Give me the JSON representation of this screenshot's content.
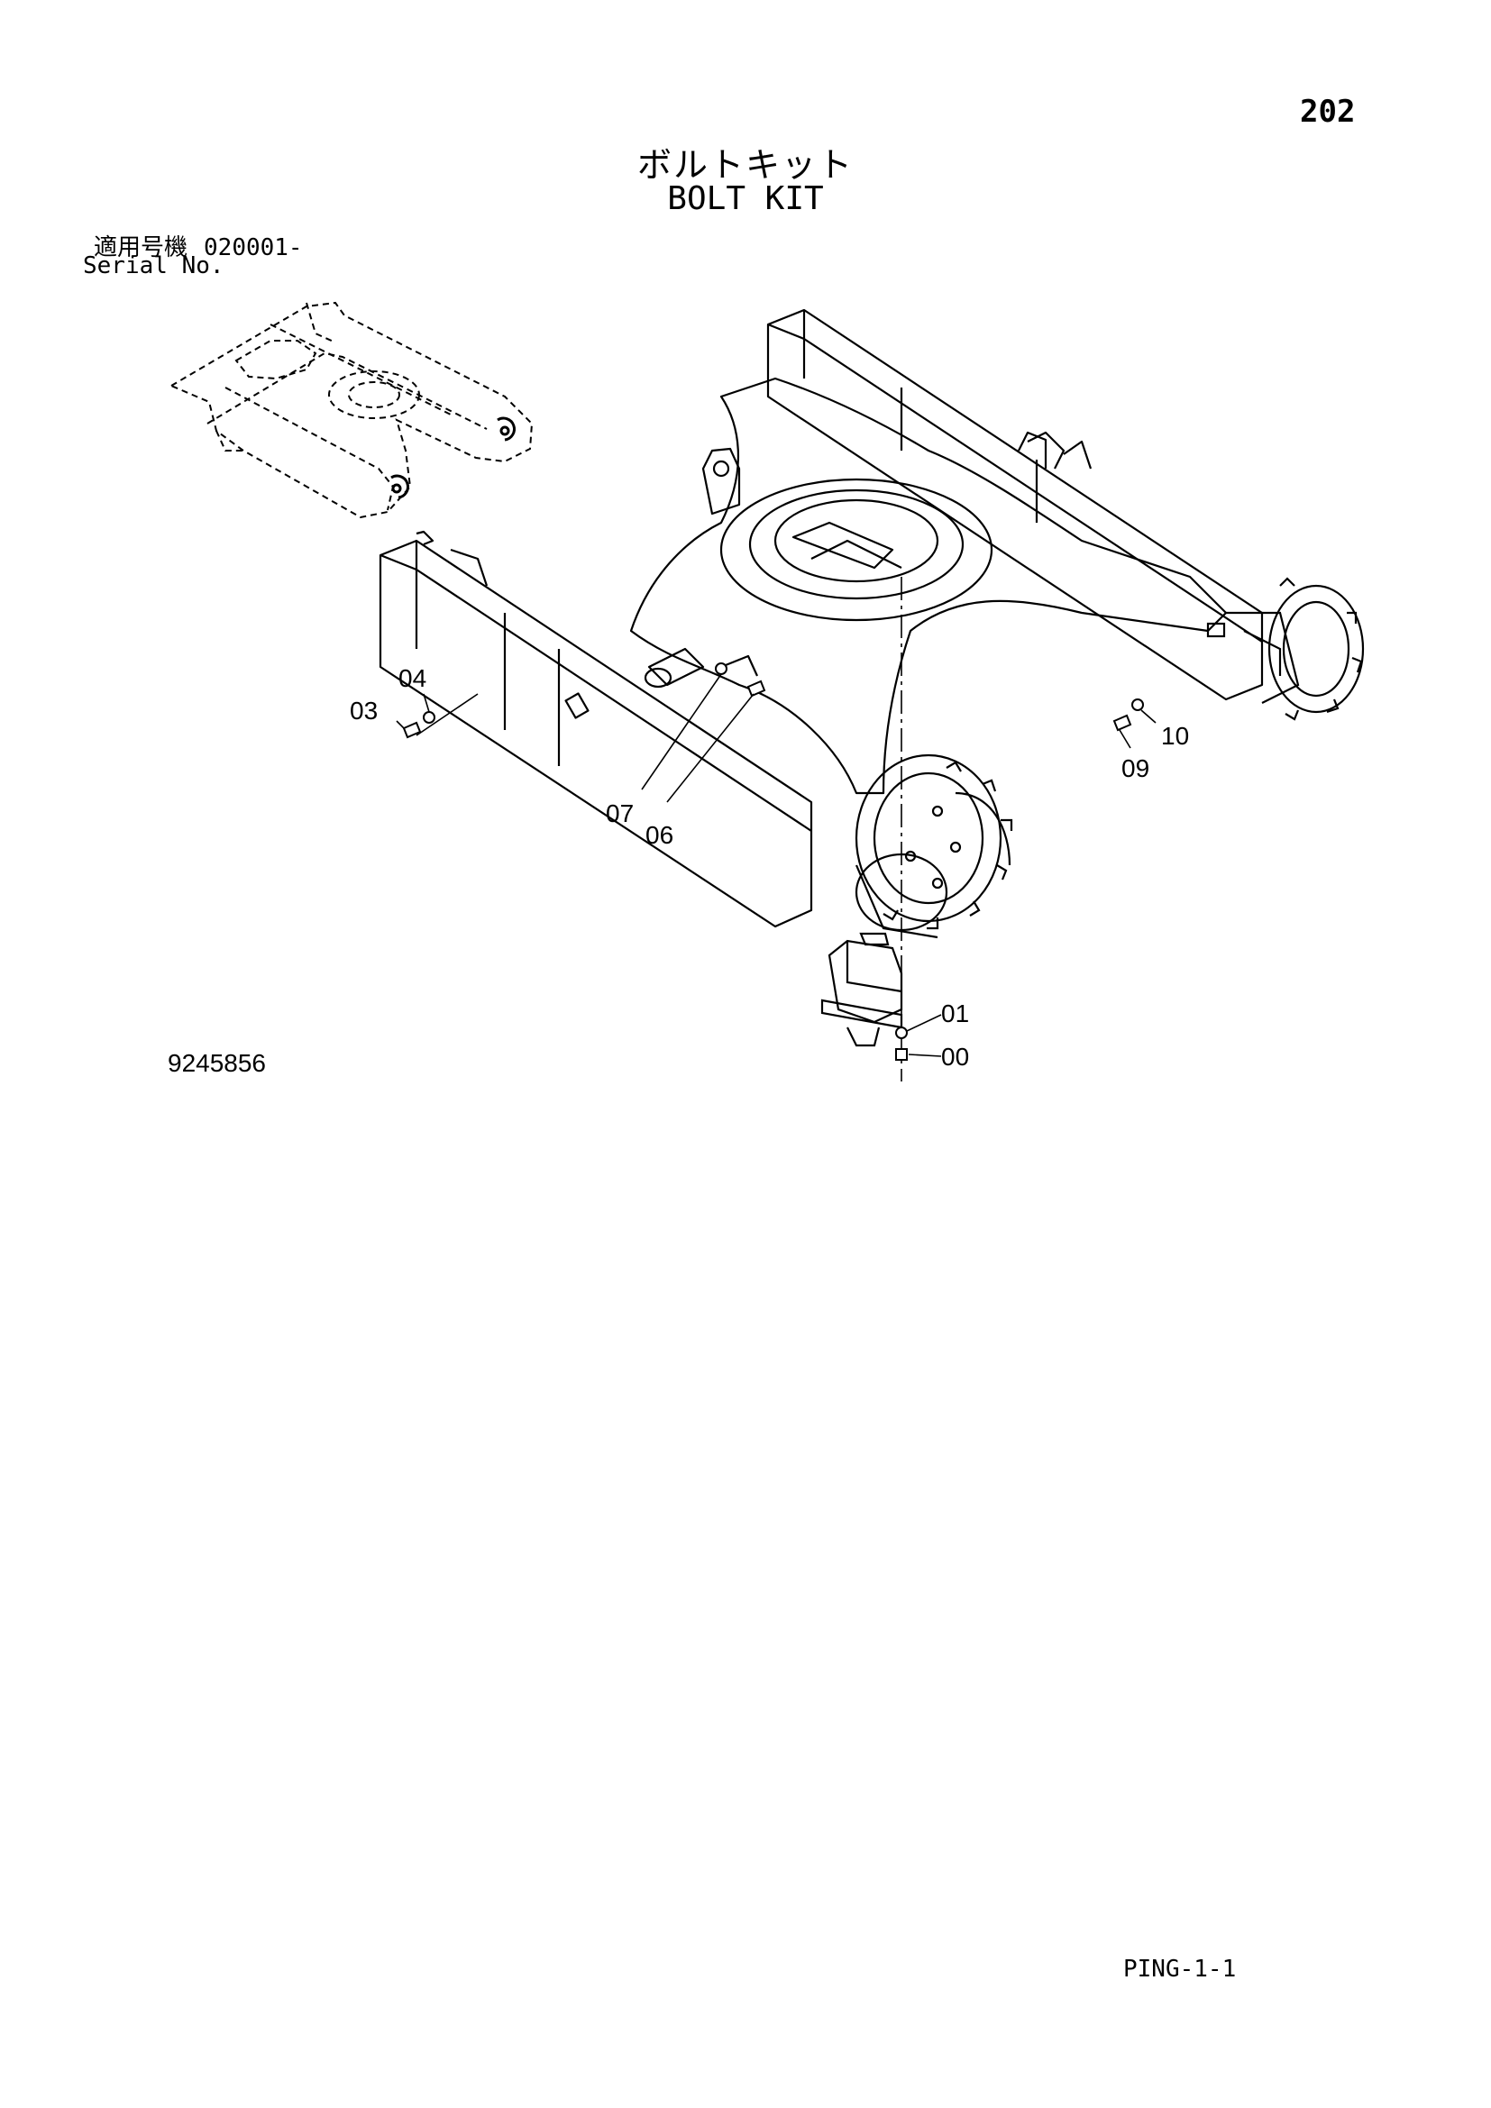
{
  "header": {
    "page_number": "202",
    "title_jp": "ボルトキット",
    "title_en": "BOLT KIT",
    "serial_label_jp": "適用号機",
    "serial_value": "020001-",
    "serial_label_en": "Serial No."
  },
  "diagram": {
    "callouts": [
      "04",
      "03",
      "07",
      "06",
      "10",
      "09",
      "01",
      "00"
    ]
  },
  "footer": {
    "drawing_number": "9245856",
    "page_code": "PING-1-1"
  }
}
